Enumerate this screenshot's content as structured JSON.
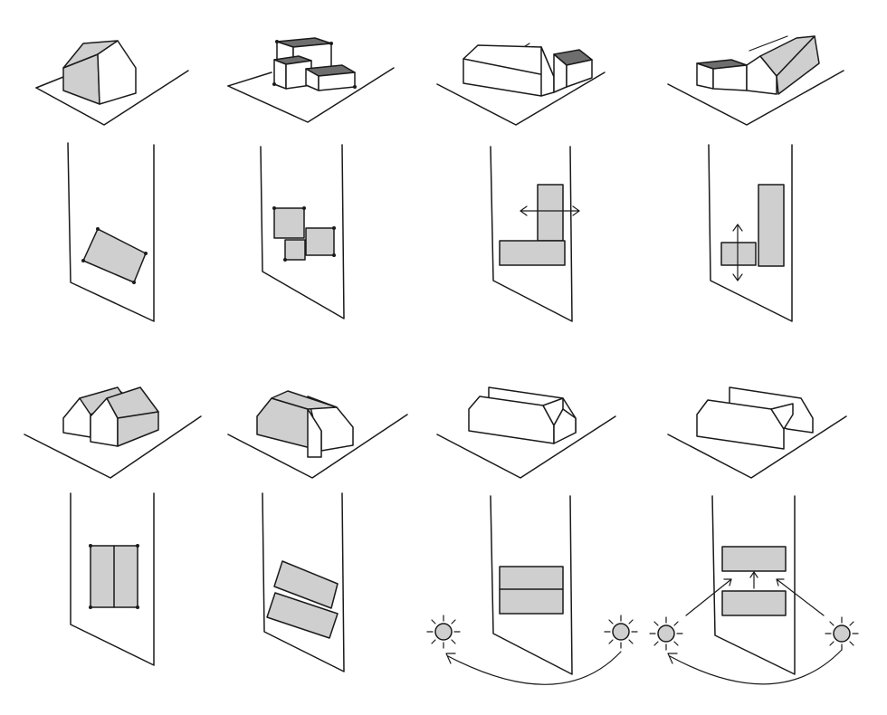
{
  "diagram": {
    "panels": [
      {
        "id": "panel-1",
        "tone": "grey"
      },
      {
        "id": "panel-2",
        "tone": "grey"
      },
      {
        "id": "panel-3",
        "tone": "grey"
      },
      {
        "id": "panel-4",
        "tone": "grey"
      },
      {
        "id": "panel-5",
        "tone": "grey"
      },
      {
        "id": "panel-6",
        "tone": "grey"
      },
      {
        "id": "panel-7",
        "tone": "grey"
      },
      {
        "id": "panel-8",
        "tone": "grey"
      }
    ],
    "colors": {
      "line": "#1a1a1a",
      "fill_grey": "#cfcfcf",
      "fill_dark": "#6e6e6e",
      "background": "#ffffff"
    },
    "icons": [
      "sun-icon",
      "arrow-icon"
    ]
  }
}
